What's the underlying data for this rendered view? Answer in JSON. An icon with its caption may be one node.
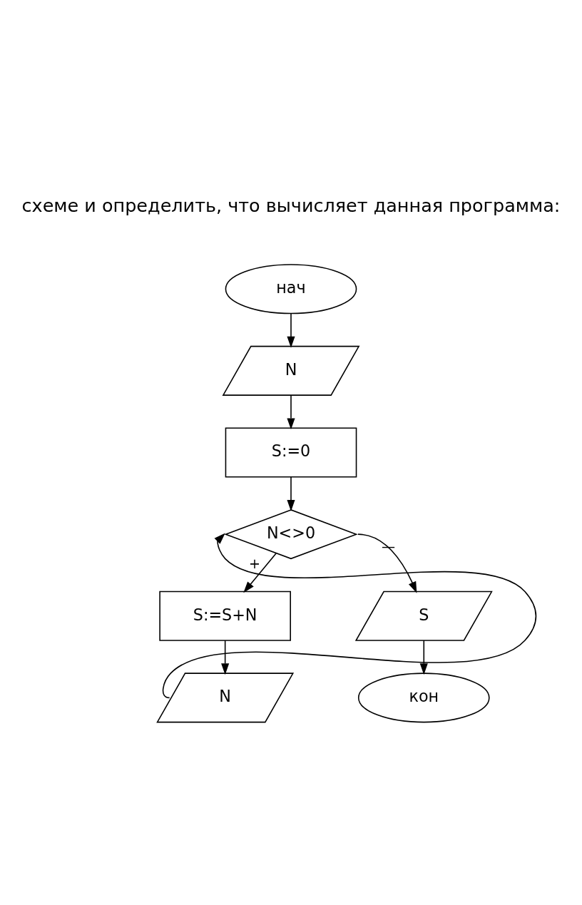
{
  "diagram": {
    "nodes": [
      {
        "text": [
          "нач"
        ]
      },
      {
        "text": [
          "N"
        ]
      },
      {
        "text": [
          "S:=0"
        ]
      },
      {
        "text": [
          "N<>0"
        ]
      },
      {
        "text": [
          "S:=S+N"
        ]
      },
      {
        "text": [
          "N"
        ]
      },
      {
        "text": [
          "S"
        ]
      },
      {
        "text": [
          "кон"
        ]
      }
    ],
    "edges": [
      {
        "from": 0,
        "to": 1,
        "arrow": "to"
      },
      {
        "from": 1,
        "to": 2,
        "arrow": "to"
      },
      {
        "from": 2,
        "to": 3,
        "arrow": "to"
      },
      {
        "from": 3,
        "to": 4,
        "arrow": "to",
        "label": "+"
      },
      {
        "from": 4,
        "to": 5,
        "arrow": "to"
      },
      {
        "from": 5,
        "to": 3,
        "arrow": "to"
      },
      {
        "from": 3,
        "to": 6,
        "arrow": "to",
        "label": "—"
      },
      {
        "from": 6,
        "to": 7,
        "arrow": "to"
      }
    ],
    "labels": [
      "схеме и определить, что вычисляет данная программа:"
    ]
  }
}
